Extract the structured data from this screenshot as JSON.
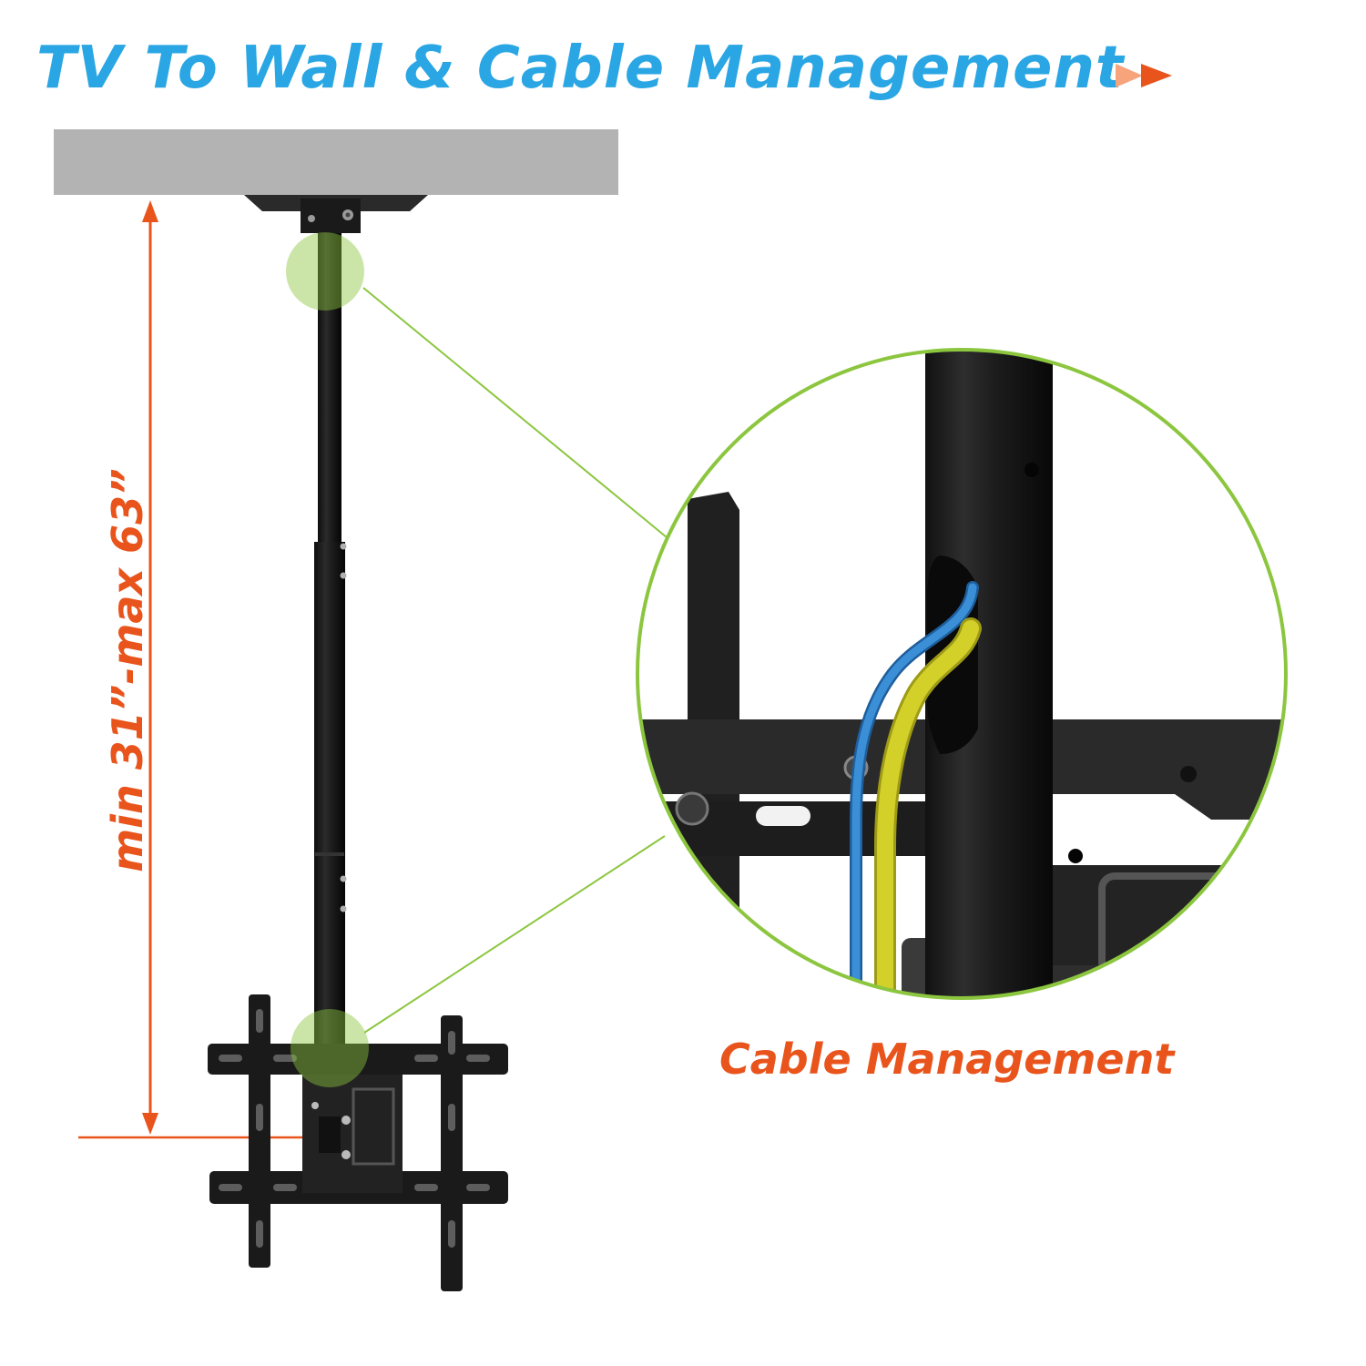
{
  "header": {
    "title": "TV To Wall &  Cable Management",
    "arrow_icon": "double-triangle-arrow-icon"
  },
  "dimension": {
    "label": "min 31”-max 63”"
  },
  "callout": {
    "label": "Cable Management"
  },
  "colors": {
    "title": "#29a6e3",
    "accent_orange": "#e8541c",
    "highlight_green": "#8cc63f",
    "mount_black": "#1a1a1a",
    "ceiling_gray": "#b3b3b3",
    "cable_blue": "#3a8fd6",
    "cable_yellow": "#d4d02a"
  }
}
